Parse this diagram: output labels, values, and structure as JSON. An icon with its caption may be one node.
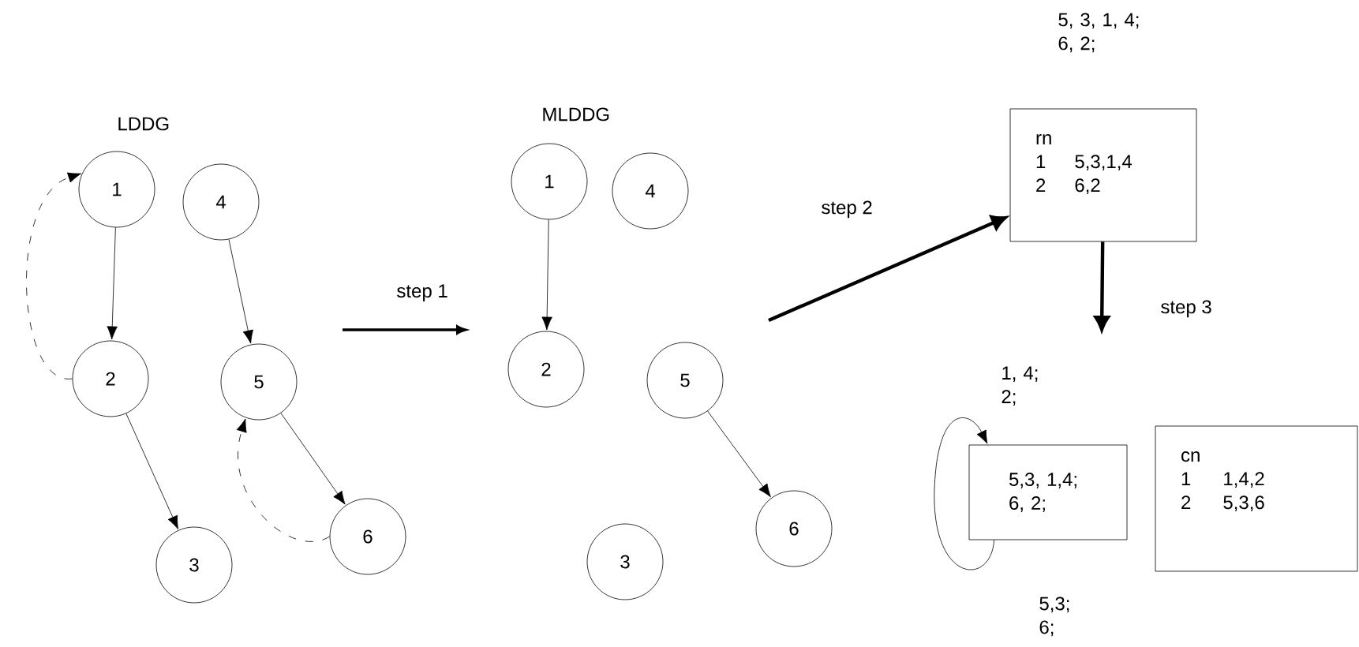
{
  "diagram": {
    "nodes": [
      {
        "text": [
          "1"
        ]
      },
      {
        "text": [
          "2"
        ]
      },
      {
        "text": [
          "3"
        ]
      },
      {
        "text": [
          "4"
        ]
      },
      {
        "text": [
          "5"
        ]
      },
      {
        "text": [
          "6"
        ]
      },
      {
        "text": [
          "1"
        ]
      },
      {
        "text": [
          "2"
        ]
      },
      {
        "text": [
          "3"
        ]
      },
      {
        "text": [
          "4"
        ]
      },
      {
        "text": [
          "5"
        ]
      },
      {
        "text": [
          "6"
        ]
      },
      {
        "text": [
          "rn",
          "1",
          "5,3,1,4",
          "2",
          "6,2"
        ]
      },
      {
        "text": [
          "5,3, 1,4; 6, 2;"
        ]
      },
      {
        "text": [
          "cn",
          "1",
          "1,4,2",
          "2",
          "5,3,6"
        ]
      }
    ],
    "edges": [
      {
        "from": 0,
        "to": 1,
        "arrow": "to"
      },
      {
        "from": 1,
        "to": 2,
        "arrow": "to"
      },
      {
        "from": 3,
        "to": 4,
        "arrow": "to"
      },
      {
        "from": 4,
        "to": 5,
        "arrow": "to"
      },
      {
        "from": 1,
        "to": 0,
        "arrow": "to",
        "style": "dashed"
      },
      {
        "from": 5,
        "to": 4,
        "arrow": "to",
        "style": "dashed"
      },
      {
        "from": 6,
        "to": 7,
        "arrow": "to"
      },
      {
        "from": 10,
        "to": 11,
        "arrow": "to"
      },
      {
        "from": null,
        "to": 12,
        "arrow": "to",
        "style": "thick",
        "label": "step 2"
      },
      {
        "from": 12,
        "to": null,
        "arrow": "to",
        "style": "thick",
        "label": "step 3"
      },
      {
        "from": 13,
        "to": 13,
        "arrow": "to"
      }
    ],
    "labels": [
      "LDDG",
      "step 1",
      "MLDDG",
      "5, 3, 1, 4; 6, 2;",
      "1, 4; 2;",
      "5,3; 6;"
    ]
  }
}
